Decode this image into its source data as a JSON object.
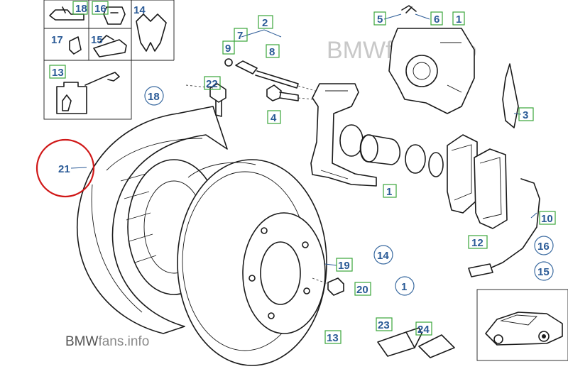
{
  "watermark": "BMWfans.info",
  "brand": {
    "bold": "BMW",
    "light": "fans.info"
  },
  "colors": {
    "label": "#2a5a96",
    "square_box": "#3aa53a",
    "circle_box": "#3a6aa0",
    "highlight": "#d01818",
    "line": "#1a1a1a"
  },
  "labels": {
    "l18a": "18",
    "l16a": "16",
    "l14a": "14",
    "l17": "17",
    "l15a": "15",
    "l13a": "13",
    "l2": "2",
    "l7": "7",
    "l9": "9",
    "l8": "8",
    "l22": "22",
    "l18b": "18",
    "l4": "4",
    "l5": "5",
    "l6": "6",
    "l1a": "1",
    "l3": "3",
    "l21": "21",
    "l1b": "1",
    "l10": "10",
    "l12": "12",
    "l16b": "16",
    "l15b": "15",
    "l14b": "14",
    "l19": "19",
    "l20": "20",
    "l1c": "1",
    "l23": "23",
    "l24": "24",
    "l13b": "13"
  }
}
